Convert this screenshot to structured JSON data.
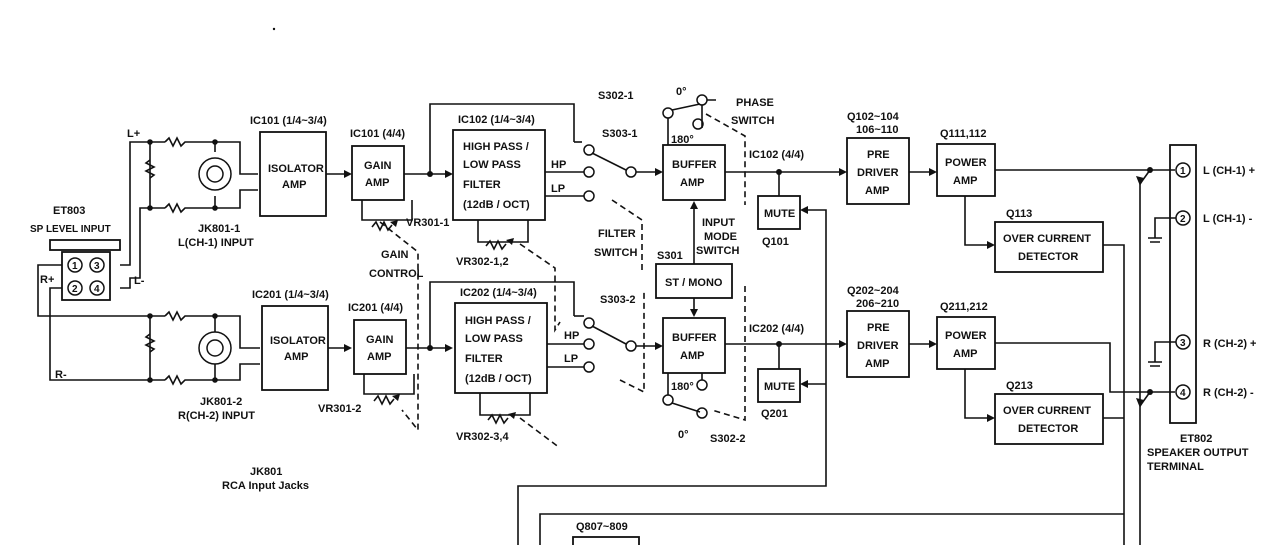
{
  "blocks": {
    "isolator_l": {
      "line1": "ISOLATOR",
      "line2": "AMP"
    },
    "isolator_r": {
      "line1": "ISOLATOR",
      "line2": "AMP"
    },
    "gain_l": {
      "line1": "GAIN",
      "line2": "AMP"
    },
    "gain_r": {
      "line1": "GAIN",
      "line2": "AMP"
    },
    "filter_l": {
      "line1": "HIGH PASS /",
      "line2": "LOW PASS",
      "line3": "FILTER",
      "line4": "(12dB / OCT)"
    },
    "filter_r": {
      "line1": "HIGH PASS /",
      "line2": "LOW PASS",
      "line3": "FILTER",
      "line4": "(12dB / OCT)"
    },
    "buffer_l": {
      "line1": "BUFFER",
      "line2": "AMP"
    },
    "buffer_r": {
      "line1": "BUFFER",
      "line2": "AMP"
    },
    "predriver_l": {
      "line1": "PRE",
      "line2": "DRIVER",
      "line3": "AMP"
    },
    "predriver_r": {
      "line1": "PRE",
      "line2": "DRIVER",
      "line3": "AMP"
    },
    "power_l": {
      "line1": "POWER",
      "line2": "AMP"
    },
    "power_r": {
      "line1": "POWER",
      "line2": "AMP"
    },
    "ocd_l": {
      "line1": "OVER CURRENT",
      "line2": "DETECTOR"
    },
    "ocd_r": {
      "line1": "OVER CURRENT",
      "line2": "DETECTOR"
    },
    "mute_l": "MUTE",
    "mute_r": "MUTE",
    "st_mono": "ST / MONO"
  },
  "labels": {
    "ic101_iso": "IC101 (1/4~3/4)",
    "ic101_gain": "IC101 (4/4)",
    "ic102_filter": "IC102 (1/4~3/4)",
    "ic102_buf": "IC102 (4/4)",
    "ic201_iso": "IC201 (1/4~3/4)",
    "ic201_gain": "IC201 (4/4)",
    "ic202_filter": "IC202 (1/4~3/4)",
    "ic202_buf": "IC202 (4/4)",
    "q102_a": "Q102~104",
    "q102_b": "106~110",
    "q202_a": "Q202~204",
    "q202_b": "206~210",
    "q111": "Q111,112",
    "q211": "Q211,212",
    "q113": "Q113",
    "q213": "Q213",
    "q101": "Q101",
    "q201": "Q201",
    "q807": "Q807~809",
    "et803": "ET803",
    "sp_level": "SP LEVEL INPUT",
    "l_plus": "L+",
    "l_minus": "L-",
    "r_plus": "R+",
    "r_minus": "R-",
    "jk801_1_a": "JK801-1",
    "jk801_1_b": "L(CH-1) INPUT",
    "jk801_2_a": "JK801-2",
    "jk801_2_b": "R(CH-2) INPUT",
    "jk801_a": "JK801",
    "jk801_b": "RCA Input Jacks",
    "vr301_1": "VR301-1",
    "vr301_2": "VR301-2",
    "vr302_12": "VR302-1,2",
    "vr302_34": "VR302-3,4",
    "gain_ctrl_a": "GAIN",
    "gain_ctrl_b": "CONTROL",
    "filter_sw_a": "FILTER",
    "filter_sw_b": "SWITCH",
    "hp": "HP",
    "lp": "LP",
    "s303_1": "S303-1",
    "s303_2": "S303-2",
    "s302_1": "S302-1",
    "s302_2": "S302-2",
    "s301": "S301",
    "deg0": "0°",
    "deg180": "180°",
    "phase_a": "PHASE",
    "phase_b": "SWITCH",
    "input_mode_a": "INPUT",
    "input_mode_b": "MODE",
    "input_mode_c": "SWITCH",
    "out_l_plus": "L (CH-1) +",
    "out_l_minus": "L (CH-1) -",
    "out_r_plus": "R (CH-2) +",
    "out_r_minus": "R (CH-2) -",
    "et802_a": "ET802",
    "et802_b": "SPEAKER OUTPUT",
    "et802_c": "TERMINAL",
    "pin1": "1",
    "pin2": "2",
    "pin3": "3",
    "pin4": "4"
  }
}
